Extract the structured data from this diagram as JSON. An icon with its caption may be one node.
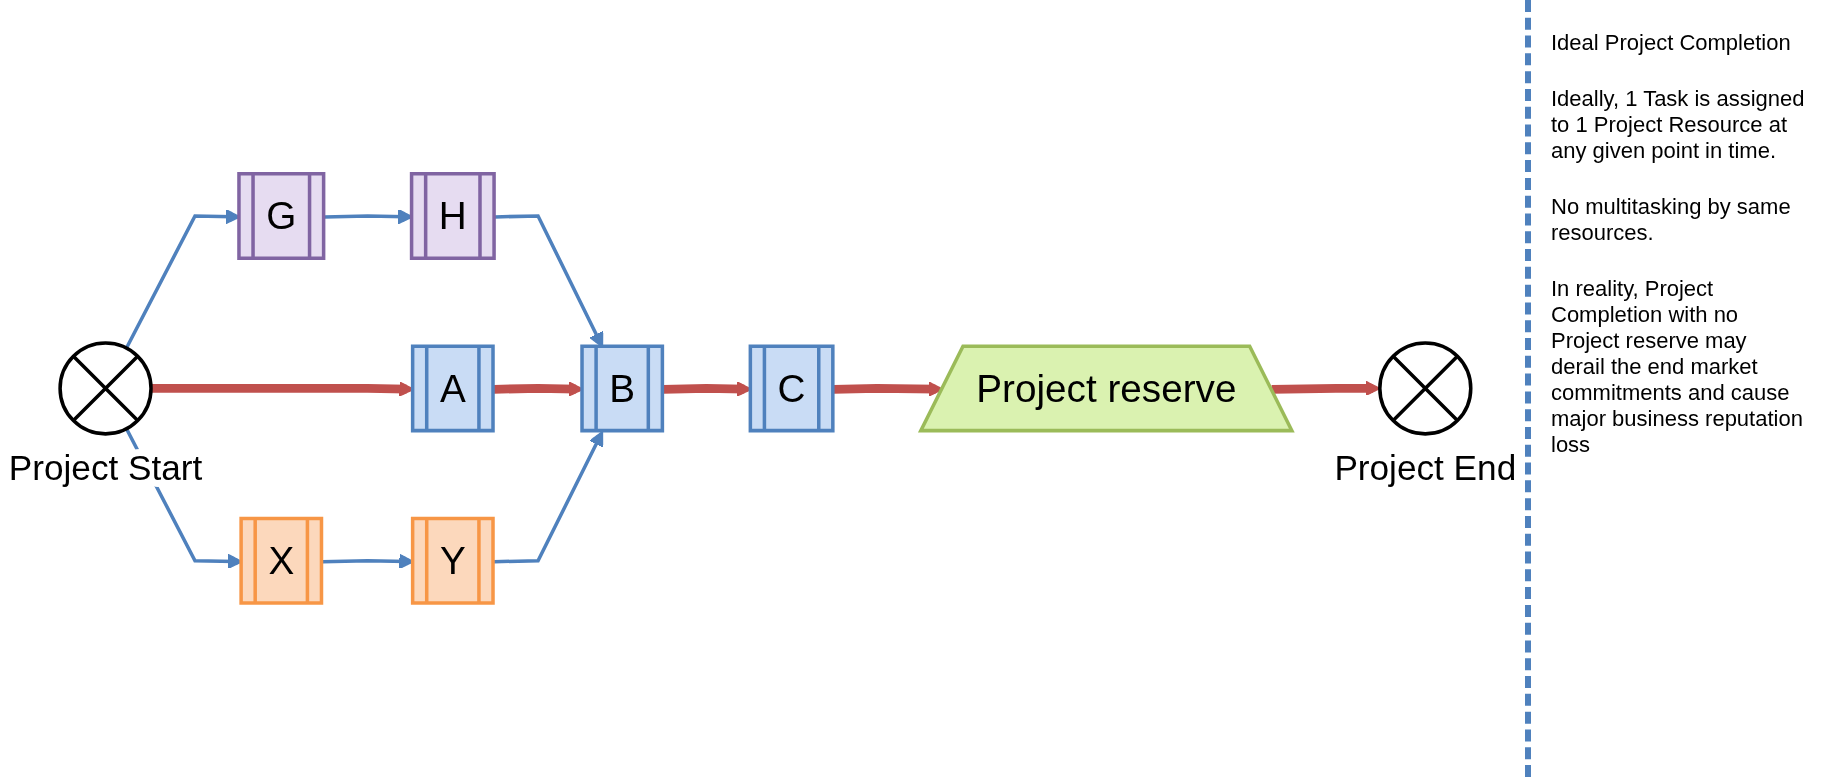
{
  "diagram": {
    "nodes": [
      {
        "text": [],
        "shape": "circle",
        "beside": [
          "Project Start"
        ]
      },
      {
        "text": [
          "G"
        ]
      },
      {
        "text": [
          "H"
        ]
      },
      {
        "text": [
          "A"
        ]
      },
      {
        "text": [
          "B"
        ]
      },
      {
        "text": [
          "C"
        ]
      },
      {
        "text": [
          "X"
        ]
      },
      {
        "text": [
          "Y"
        ]
      },
      {
        "text": [
          "Project reserve"
        ]
      },
      {
        "text": [],
        "shape": "circle",
        "beside": [
          "Project End"
        ]
      }
    ],
    "edges": [
      {
        "from": 0,
        "to": 1,
        "arrow": "to"
      },
      {
        "from": 0,
        "to": 3,
        "arrow": "to",
        "style": "thick",
        "color": "#c0504d"
      },
      {
        "from": 0,
        "to": 6,
        "arrow": "to"
      },
      {
        "from": 1,
        "to": 2,
        "arrow": "to"
      },
      {
        "from": 2,
        "to": 4,
        "arrow": "to"
      },
      {
        "from": 3,
        "to": 4,
        "arrow": "to",
        "style": "thick",
        "color": "#c0504d"
      },
      {
        "from": 6,
        "to": 7,
        "arrow": "to"
      },
      {
        "from": 7,
        "to": 4,
        "arrow": "to"
      },
      {
        "from": 4,
        "to": 5,
        "arrow": "to",
        "style": "thick",
        "color": "#c0504d"
      },
      {
        "from": 5,
        "to": 8,
        "arrow": "to",
        "style": "thick",
        "color": "#c0504d"
      },
      {
        "from": 8,
        "to": 9,
        "arrow": "to",
        "style": "thick",
        "color": "#c0504d"
      }
    ],
    "labels": [
      "Ideal Project Completion",
      "Ideally, 1 Task is assigned to 1 Project Resource at any given point in time.",
      "No multitasking by same resources.",
      "In reality, Project Completion with no Project reserve may derail the end market commitments and cause major business reputation loss"
    ]
  }
}
